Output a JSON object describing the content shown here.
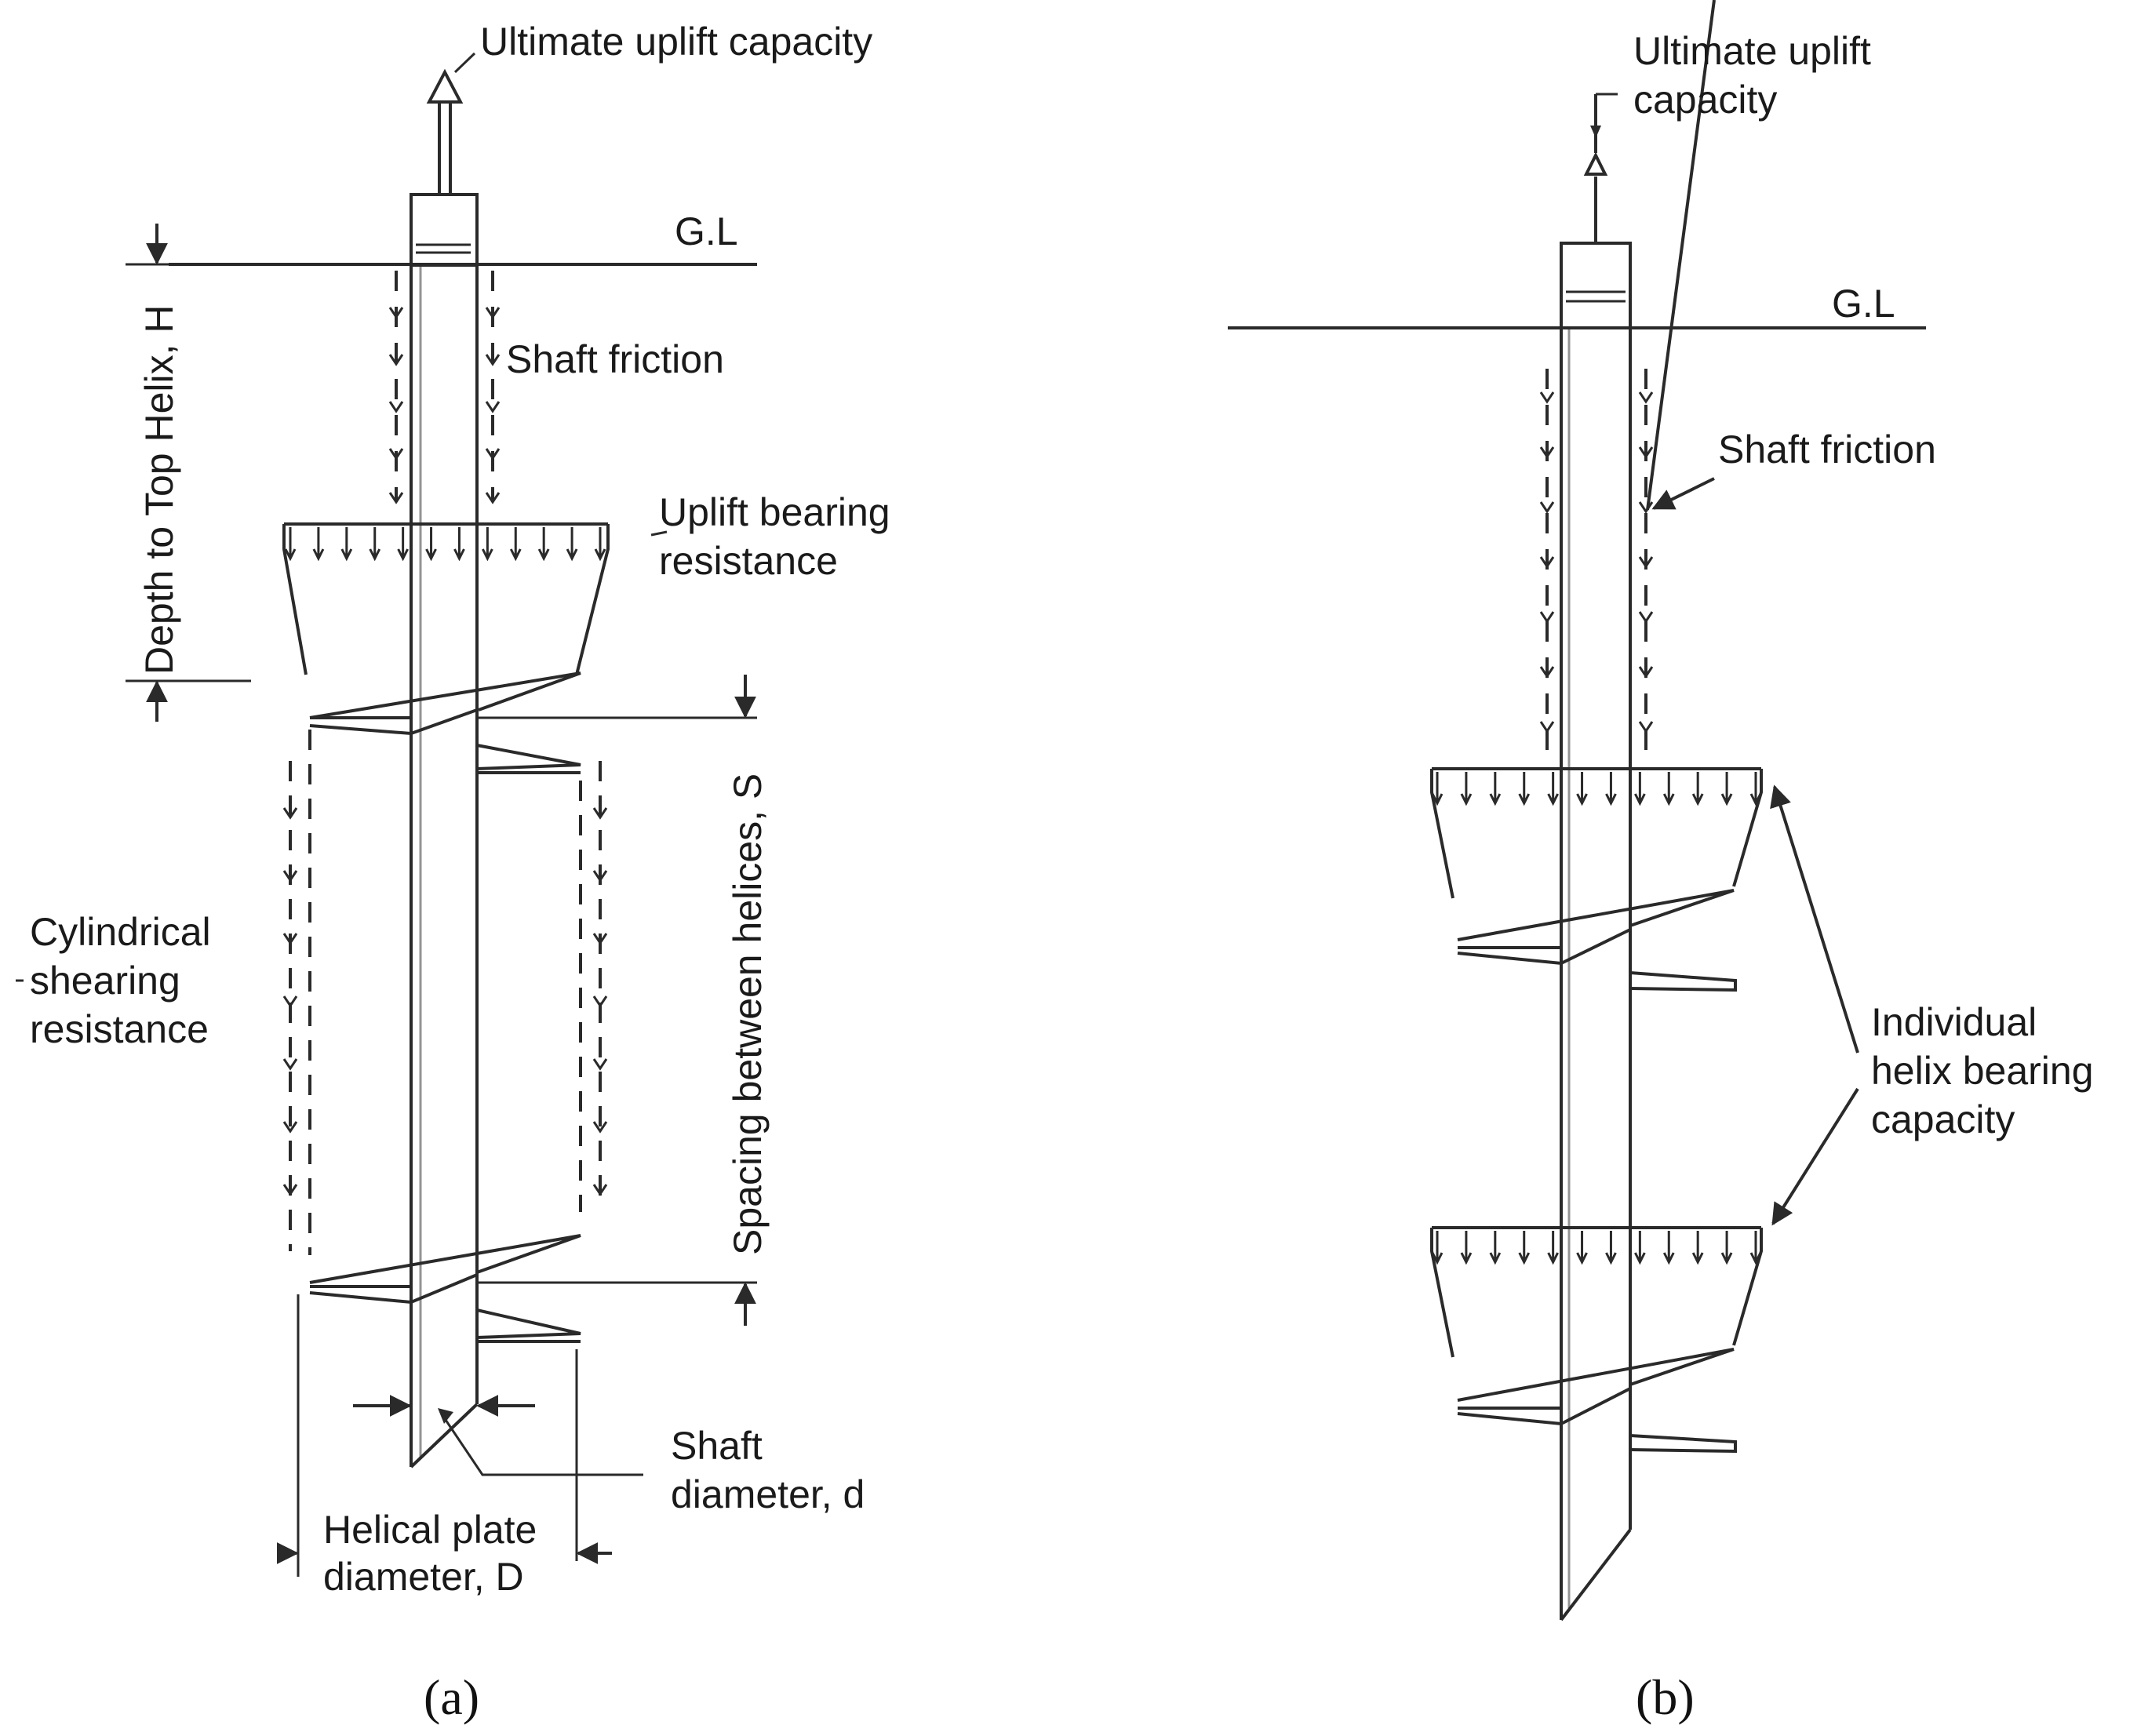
{
  "figure": {
    "panel_a": {
      "caption": "(a)",
      "labels": {
        "ultimate": "Ultimate uplift capacity",
        "gl": "G.L",
        "shaft_friction": "Shaft friction",
        "uplift_bearing_1": "Uplift bearing",
        "uplift_bearing_2": "resistance",
        "depth": "Depth to Top Helix, H",
        "spacing": "Spacing between helices, S",
        "cyl_1": "Cylindrical",
        "cyl_2": "shearing",
        "cyl_3": "resistance",
        "shaft_dia_1": "Shaft",
        "shaft_dia_2": "diameter, d",
        "plate_dia_1": "Helical plate",
        "plate_dia_2": "diameter, D"
      }
    },
    "panel_b": {
      "caption": "(b)",
      "labels": {
        "ultimate_1": "Ultimate uplift",
        "ultimate_2": "capacity",
        "gl": "G.L",
        "shaft_friction": "Shaft friction",
        "indiv_1": "Individual",
        "indiv_2": "helix bearing",
        "indiv_3": "capacity"
      }
    }
  }
}
